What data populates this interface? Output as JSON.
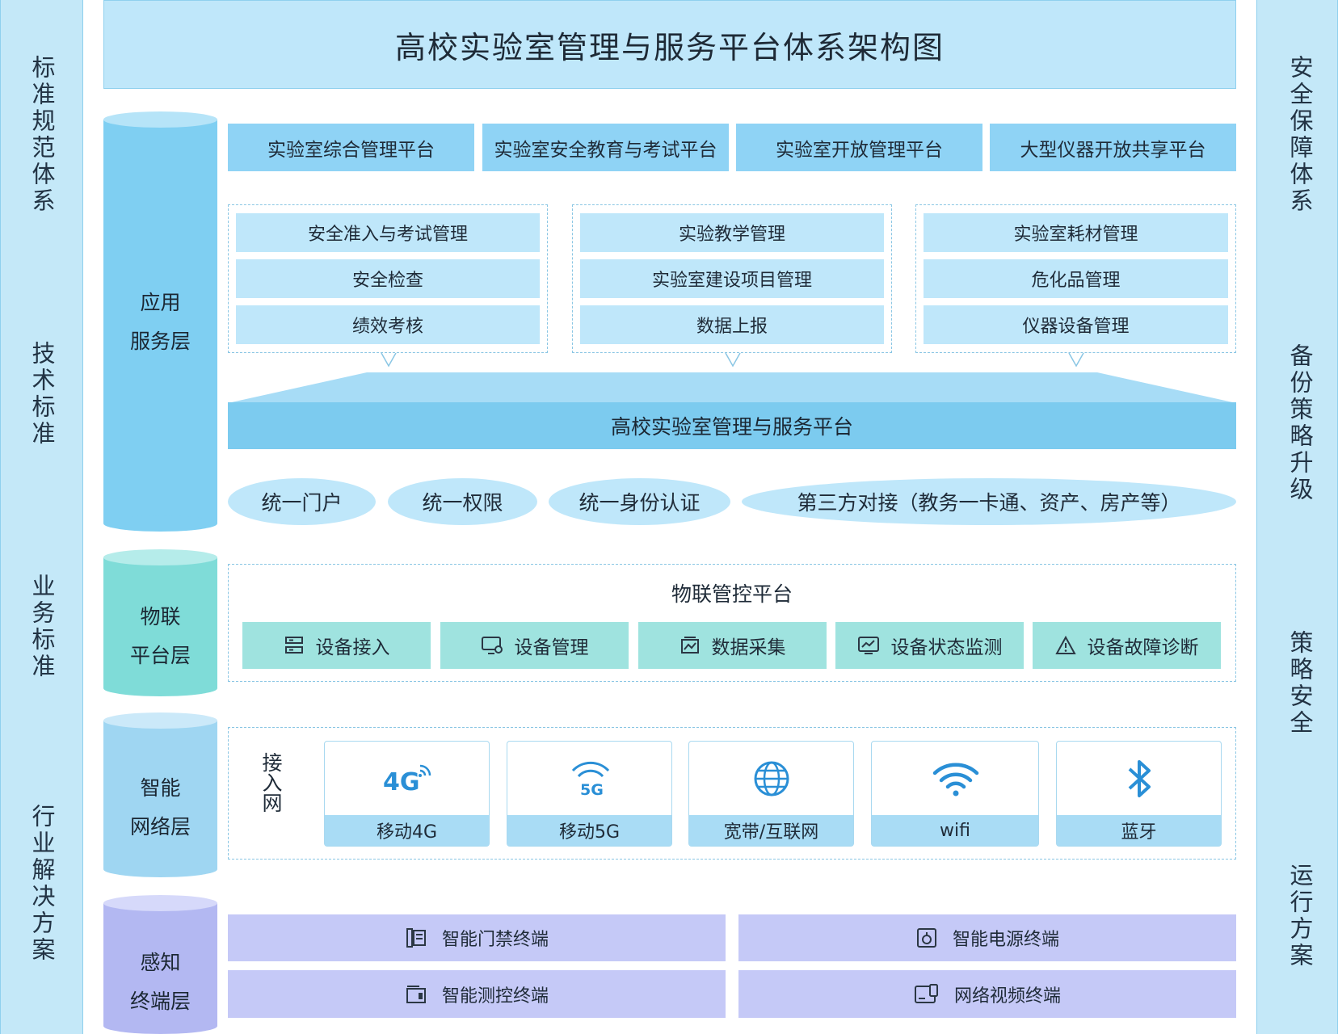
{
  "title": "高校实验室管理与服务平台体系架构图",
  "left_side": [
    "标准规范体系",
    "技术标准",
    "业务标准",
    "行业解决方案"
  ],
  "right_side": [
    "安全保障体系",
    "备份策略升级",
    "策略安全",
    "运行方案"
  ],
  "layers": {
    "app": [
      "应用",
      "服务层"
    ],
    "iot": [
      "物联",
      "平台层"
    ],
    "network": [
      "智能",
      "网络层"
    ],
    "terminal": [
      "感知",
      "终端层"
    ]
  },
  "platforms": [
    "实验室综合管理平台",
    "实验室安全教育与考试平台",
    "实验室开放管理平台",
    "大型仪器开放共享平台"
  ],
  "groups": [
    [
      "安全准入与考试管理",
      "安全检查",
      "绩效考核"
    ],
    [
      "实验教学管理",
      "实验室建设项目管理",
      "数据上报"
    ],
    [
      "实验室耗材管理",
      "危化品管理",
      "仪器设备管理"
    ]
  ],
  "core_platform": "高校实验室管理与服务平台",
  "pills": [
    "统一门户",
    "统一权限",
    "统一身份认证",
    "第三方对接（教务一卡通、资产、房产等）"
  ],
  "iot_platform": {
    "title": "物联管控平台",
    "items": [
      {
        "label": "设备接入",
        "icon": "device-access-icon"
      },
      {
        "label": "设备管理",
        "icon": "device-manage-icon"
      },
      {
        "label": "数据采集",
        "icon": "data-collect-icon"
      },
      {
        "label": "设备状态监测",
        "icon": "monitor-icon"
      },
      {
        "label": "设备故障诊断",
        "icon": "warning-icon"
      }
    ]
  },
  "network": {
    "access_label": "接入网",
    "items": [
      {
        "label": "移动4G",
        "icon": "4g-icon",
        "glyph": "4G"
      },
      {
        "label": "移动5G",
        "icon": "5g-icon",
        "glyph": "5G"
      },
      {
        "label": "宽带/互联网",
        "icon": "globe-icon"
      },
      {
        "label": "wifi",
        "icon": "wifi-icon"
      },
      {
        "label": "蓝牙",
        "icon": "bluetooth-icon"
      }
    ]
  },
  "terminals": [
    {
      "label": "智能门禁终端",
      "icon": "door-access-icon"
    },
    {
      "label": "智能电源终端",
      "icon": "power-icon"
    },
    {
      "label": "智能测控终端",
      "icon": "measure-icon"
    },
    {
      "label": "网络视频终端",
      "icon": "video-icon"
    }
  ],
  "colors": {
    "app_layer": "#7fcff2",
    "iot_layer": "#7fdcd8",
    "network_layer": "#9fd6f2",
    "terminal_layer": "#b3b8f2",
    "icon_blue": "#2a8fd6"
  }
}
